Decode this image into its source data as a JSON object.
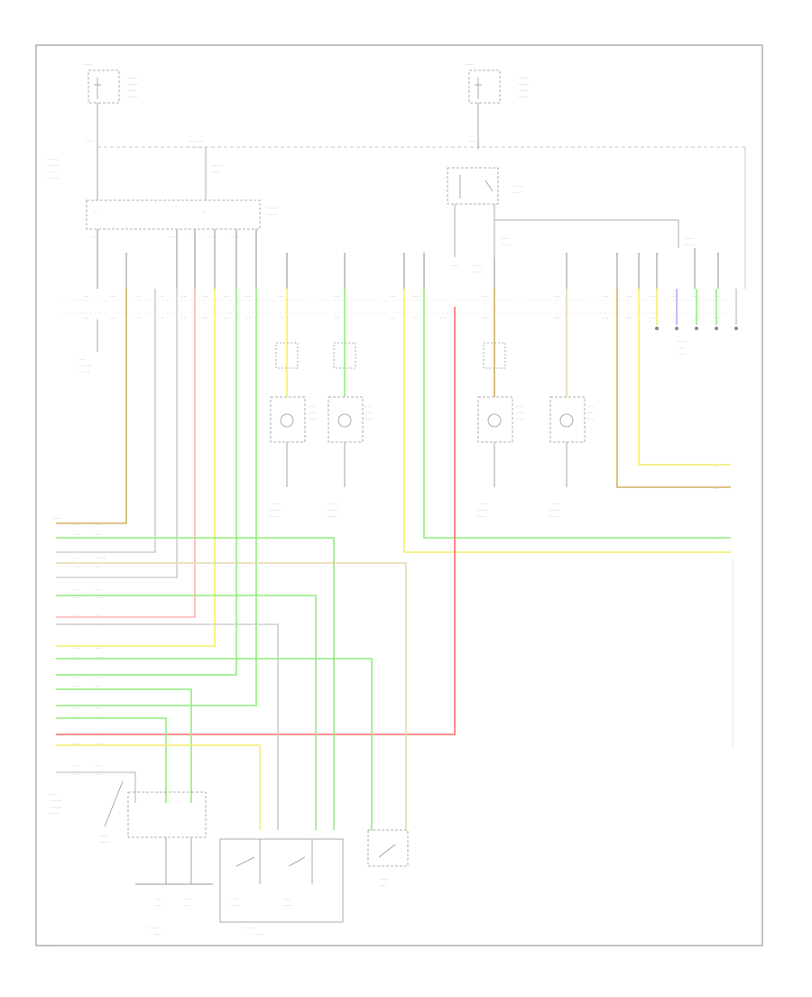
{
  "diagram": {
    "footer_code": "·······",
    "colors": {
      "frame": "#8a8a8a",
      "wire_black": "#b8b8b8",
      "wire_yellow": "#f4ee6a",
      "wire_green": "#8fee7a",
      "wire_red": "#ff6a6a",
      "wire_pink": "#ffb3b3",
      "wire_orange_brown": "#d4b060",
      "wire_tan": "#e8d8b0",
      "wire_gray": "#cfcfcf",
      "wire_blue": "#a8b0ff",
      "wire_violet": "#b0a0e0"
    },
    "components": [
      {
        "id": "fuse-left",
        "label": "·····"
      },
      {
        "id": "fuse-right",
        "label": "·····"
      },
      {
        "id": "junction-block",
        "label": "······"
      },
      {
        "id": "relay-block",
        "label": "······"
      },
      {
        "id": "lamp-1",
        "label": "····"
      },
      {
        "id": "lamp-2",
        "label": "····"
      },
      {
        "id": "lamp-3",
        "label": "····"
      },
      {
        "id": "lamp-4",
        "label": "····"
      },
      {
        "id": "switch-left",
        "label": "······"
      },
      {
        "id": "switch-middle",
        "label": "······"
      },
      {
        "id": "switch-right",
        "label": "······"
      },
      {
        "id": "connector-right",
        "label": "······"
      }
    ]
  }
}
